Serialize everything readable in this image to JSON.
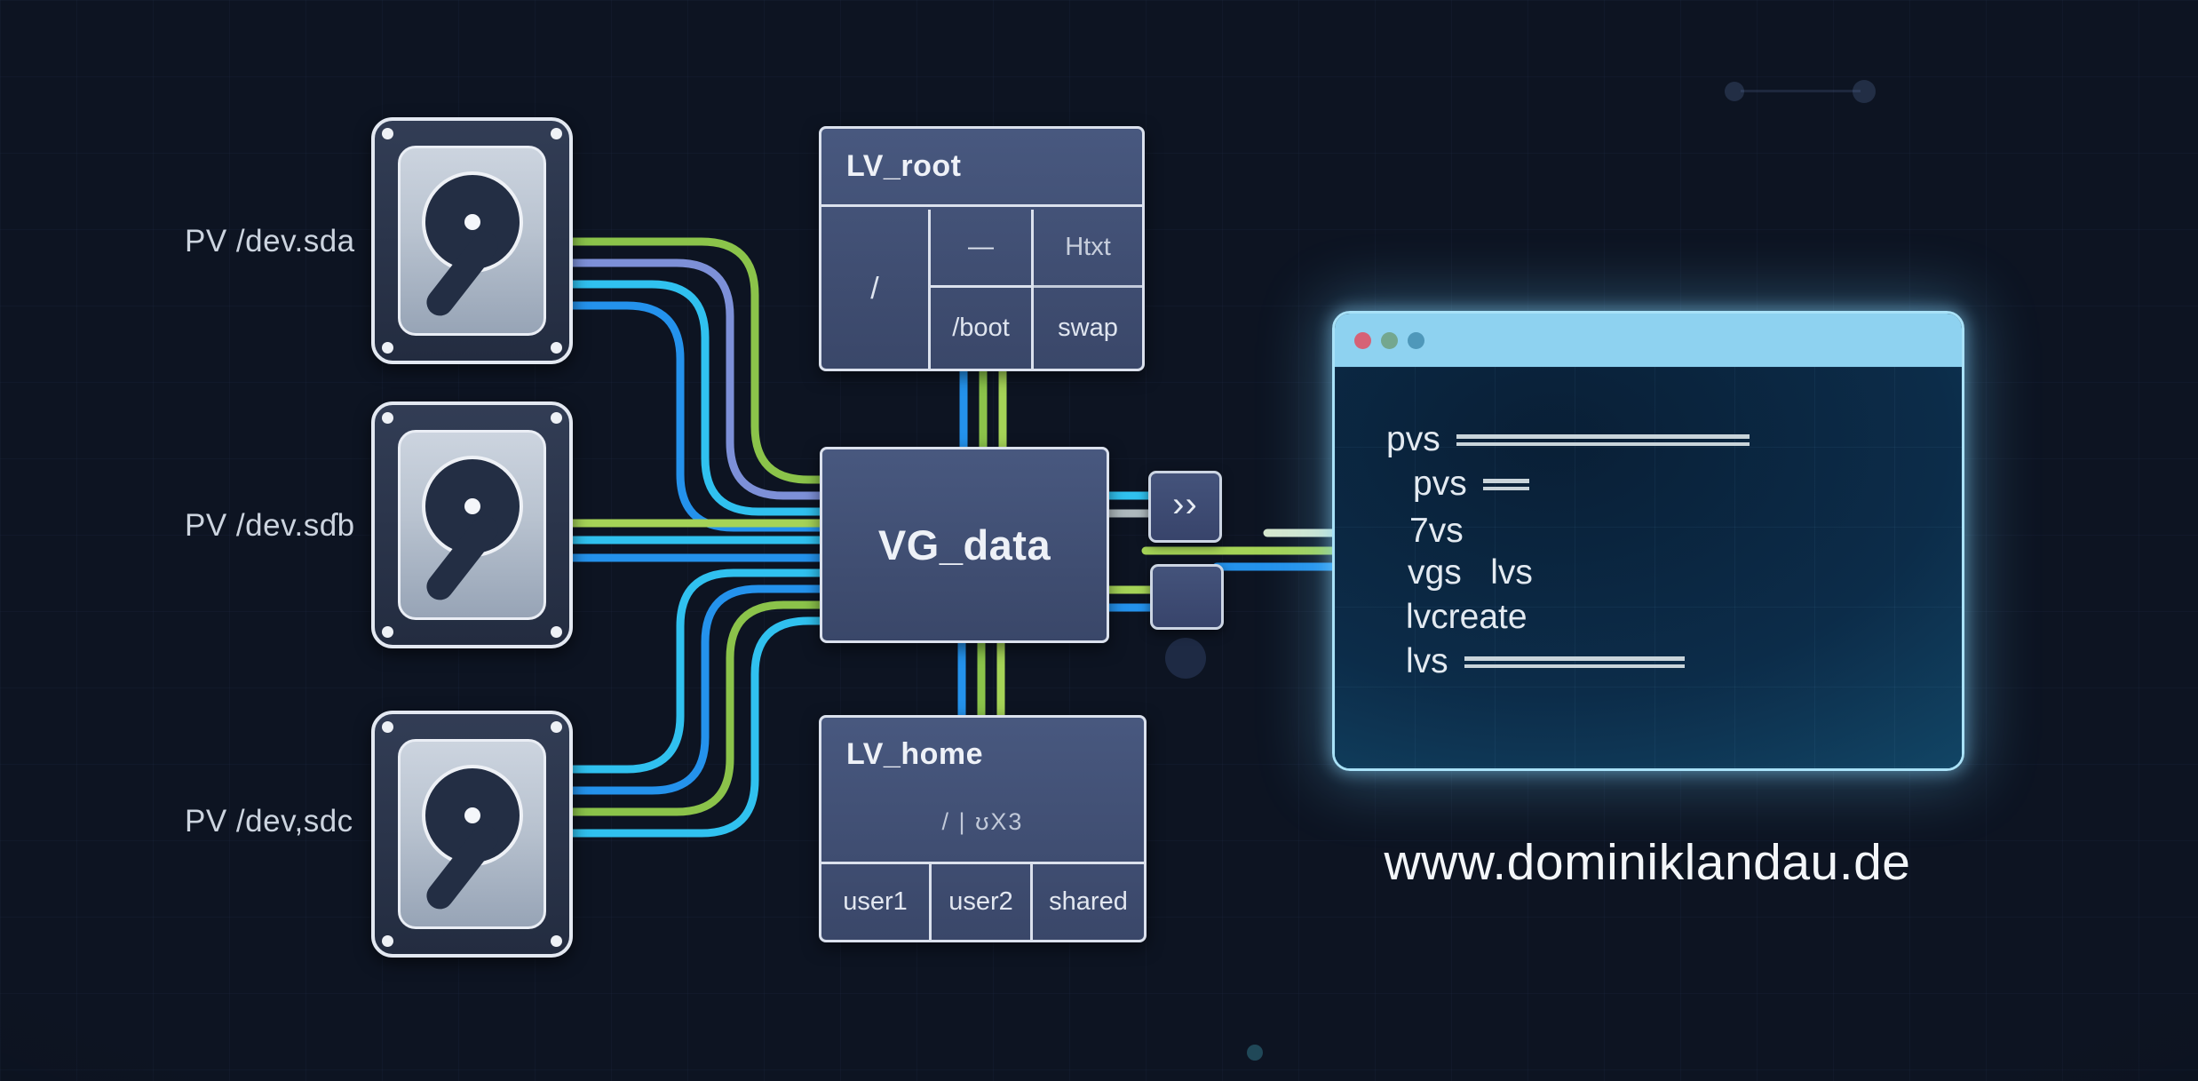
{
  "pv": {
    "labels": [
      "PV /dev.sda",
      "PV /dev.sɗb",
      "PV /dev,sdc"
    ]
  },
  "lv_root": {
    "title": "LV_root",
    "cell_root": "/",
    "cell_dash": "—",
    "cell_htxt": "Htxt",
    "cell_boot": "/boot",
    "cell_swap": "swap"
  },
  "vg": {
    "title": "VG_data"
  },
  "lv_home": {
    "title": "LV_home",
    "subtitle": "/ | ʊX3",
    "cells": [
      "user1",
      "user2",
      "shared"
    ]
  },
  "connector": {
    "chevrons": "››"
  },
  "terminal": {
    "dot_colors": [
      "#d66276",
      "#74a78f",
      "#4f98ba"
    ],
    "lines": [
      {
        "text": "pvs",
        "bar": 330
      },
      {
        "text": "pvs",
        "bar": 52
      },
      {
        "text": "7vs",
        "bar": 0
      },
      {
        "text": "vgs   lvs",
        "bar": 0
      },
      {
        "text": "lvcreate",
        "bar": 0
      },
      {
        "text": "lvs",
        "bar": 248
      }
    ]
  },
  "watermark": {
    "text": "www.dominiklandau.de"
  },
  "colors": {
    "green": "#8bc34a",
    "green_light": "#a5d357",
    "cyan": "#30c1ef",
    "blue": "#2492ec",
    "periwinkle": "#7d90d8",
    "gray_line": "#aeb9bd",
    "pale_green": "#d7e8cf"
  }
}
